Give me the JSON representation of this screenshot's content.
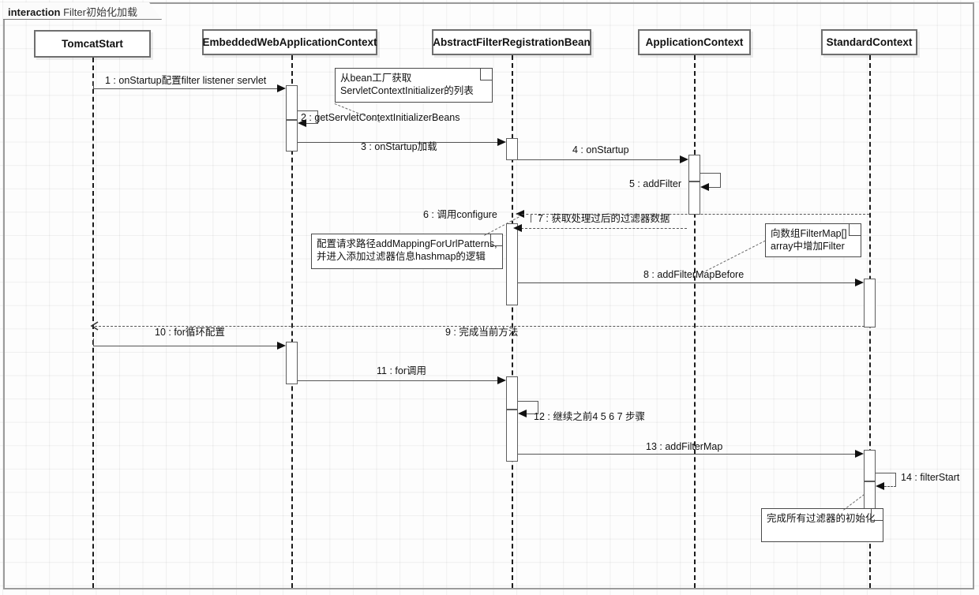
{
  "frame": {
    "keyword": "interaction",
    "title": "Filter初始化加载"
  },
  "lifelines": [
    {
      "id": "tomcat",
      "name": "TomcatStart"
    },
    {
      "id": "embedded",
      "name": "EmbeddedWebApplicationContext"
    },
    {
      "id": "filterbean",
      "name": "AbstractFilterRegistrationBean"
    },
    {
      "id": "appctx",
      "name": "ApplicationContext"
    },
    {
      "id": "stdctx",
      "name": "StandardContext"
    }
  ],
  "messages": [
    {
      "n": "1",
      "label": "1 : onStartup配置filter listener servlet",
      "from": "tomcat",
      "to": "embedded",
      "kind": "call"
    },
    {
      "n": "2",
      "label": "2 : getServletContextInitializerBeans",
      "from": "embedded",
      "to": "embedded",
      "kind": "self"
    },
    {
      "n": "3",
      "label": "3 : onStartup加载",
      "from": "embedded",
      "to": "filterbean",
      "kind": "call"
    },
    {
      "n": "4",
      "label": "4 : onStartup",
      "from": "filterbean",
      "to": "appctx",
      "kind": "call"
    },
    {
      "n": "5",
      "label": "5 : addFilter",
      "from": "appctx",
      "to": "appctx",
      "kind": "self"
    },
    {
      "n": "6",
      "label": "6 : 调用configure",
      "from": "appctx",
      "to": "filterbean",
      "kind": "return"
    },
    {
      "n": "7",
      "label": "7 : 获取处理过后的过滤器数据",
      "from": "stdctx",
      "to": "filterbean",
      "kind": "return"
    },
    {
      "n": "8",
      "label": "8 : addFilterMapBefore",
      "from": "filterbean",
      "to": "stdctx",
      "kind": "call"
    },
    {
      "n": "9",
      "label": "9 : 完成当前方法",
      "from": "stdctx",
      "to": "tomcat",
      "kind": "return"
    },
    {
      "n": "10",
      "label": "10 : for循环配置",
      "from": "tomcat",
      "to": "embedded",
      "kind": "call"
    },
    {
      "n": "11",
      "label": "11 : for调用",
      "from": "embedded",
      "to": "filterbean",
      "kind": "call"
    },
    {
      "n": "12",
      "label": "12 : 继续之前4 5 6 7 步骤",
      "from": "filterbean",
      "to": "filterbean",
      "kind": "self"
    },
    {
      "n": "13",
      "label": "13 : addFilterMap",
      "from": "filterbean",
      "to": "stdctx",
      "kind": "call"
    },
    {
      "n": "14",
      "label": "14 : filterStart",
      "from": "stdctx",
      "to": "stdctx",
      "kind": "self-return"
    }
  ],
  "notes": [
    {
      "id": "note-initializer",
      "text_lines": [
        "从bean工厂获取",
        "ServletContextInitializer的列表"
      ]
    },
    {
      "id": "note-mapping",
      "text_lines": [
        "配置请求路径addMappingForUrlPatterns,",
        "并进入添加过滤器信息hashmap的逻辑"
      ]
    },
    {
      "id": "note-filtermap",
      "text_lines": [
        "向数组FilterMap[]",
        "array中增加Filter"
      ]
    },
    {
      "id": "note-complete",
      "text_lines": [
        "完成所有过滤器的初始化"
      ]
    }
  ]
}
